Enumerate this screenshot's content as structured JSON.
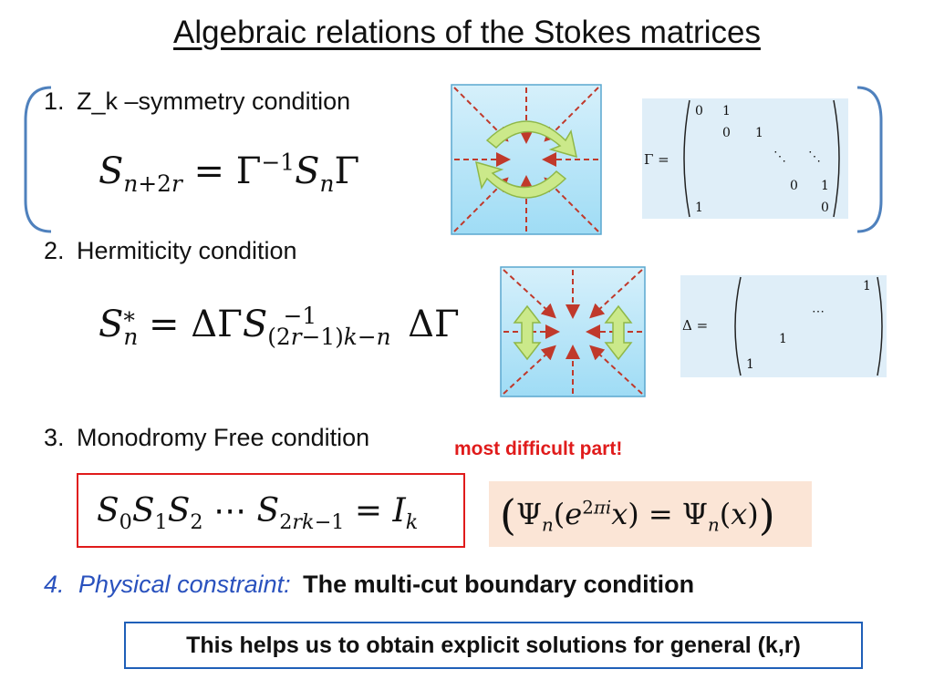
{
  "slide": {
    "title": "Algebraic relations of the Stokes matrices",
    "items": [
      {
        "number": "1.",
        "label": "Z_k –symmetry condition"
      },
      {
        "number": "2.",
        "label": "Hermiticity condition"
      },
      {
        "number": "3.",
        "label": "Monodromy Free condition"
      },
      {
        "number": "4.",
        "label_italic": "Physical constraint:",
        "label_bold": "The multi-cut boundary condition"
      }
    ],
    "warning": "most difficult part!",
    "conclusion": "This helps us to obtain explicit solutions for general (k,r)",
    "matrix_gamma": {
      "label": "Γ =",
      "entries": [
        "0",
        "1",
        "0",
        "1",
        "⋱",
        "⋱",
        "0",
        "1",
        "1",
        "0"
      ]
    },
    "matrix_delta": {
      "label": "Δ =",
      "entries": [
        "1",
        "⋯",
        "1",
        "1"
      ]
    }
  },
  "colors": {
    "accent_red": "#e01b1b",
    "accent_blue": "#2a52be",
    "box_blue": "#1f5fb8",
    "psi_bg": "#fbe5d6",
    "diagram_fill_top": "#d6f0fb",
    "diagram_fill_bottom": "#9fdcf5",
    "arrow_green": "#b8e07a",
    "bracket_blue": "#4f81bd"
  }
}
